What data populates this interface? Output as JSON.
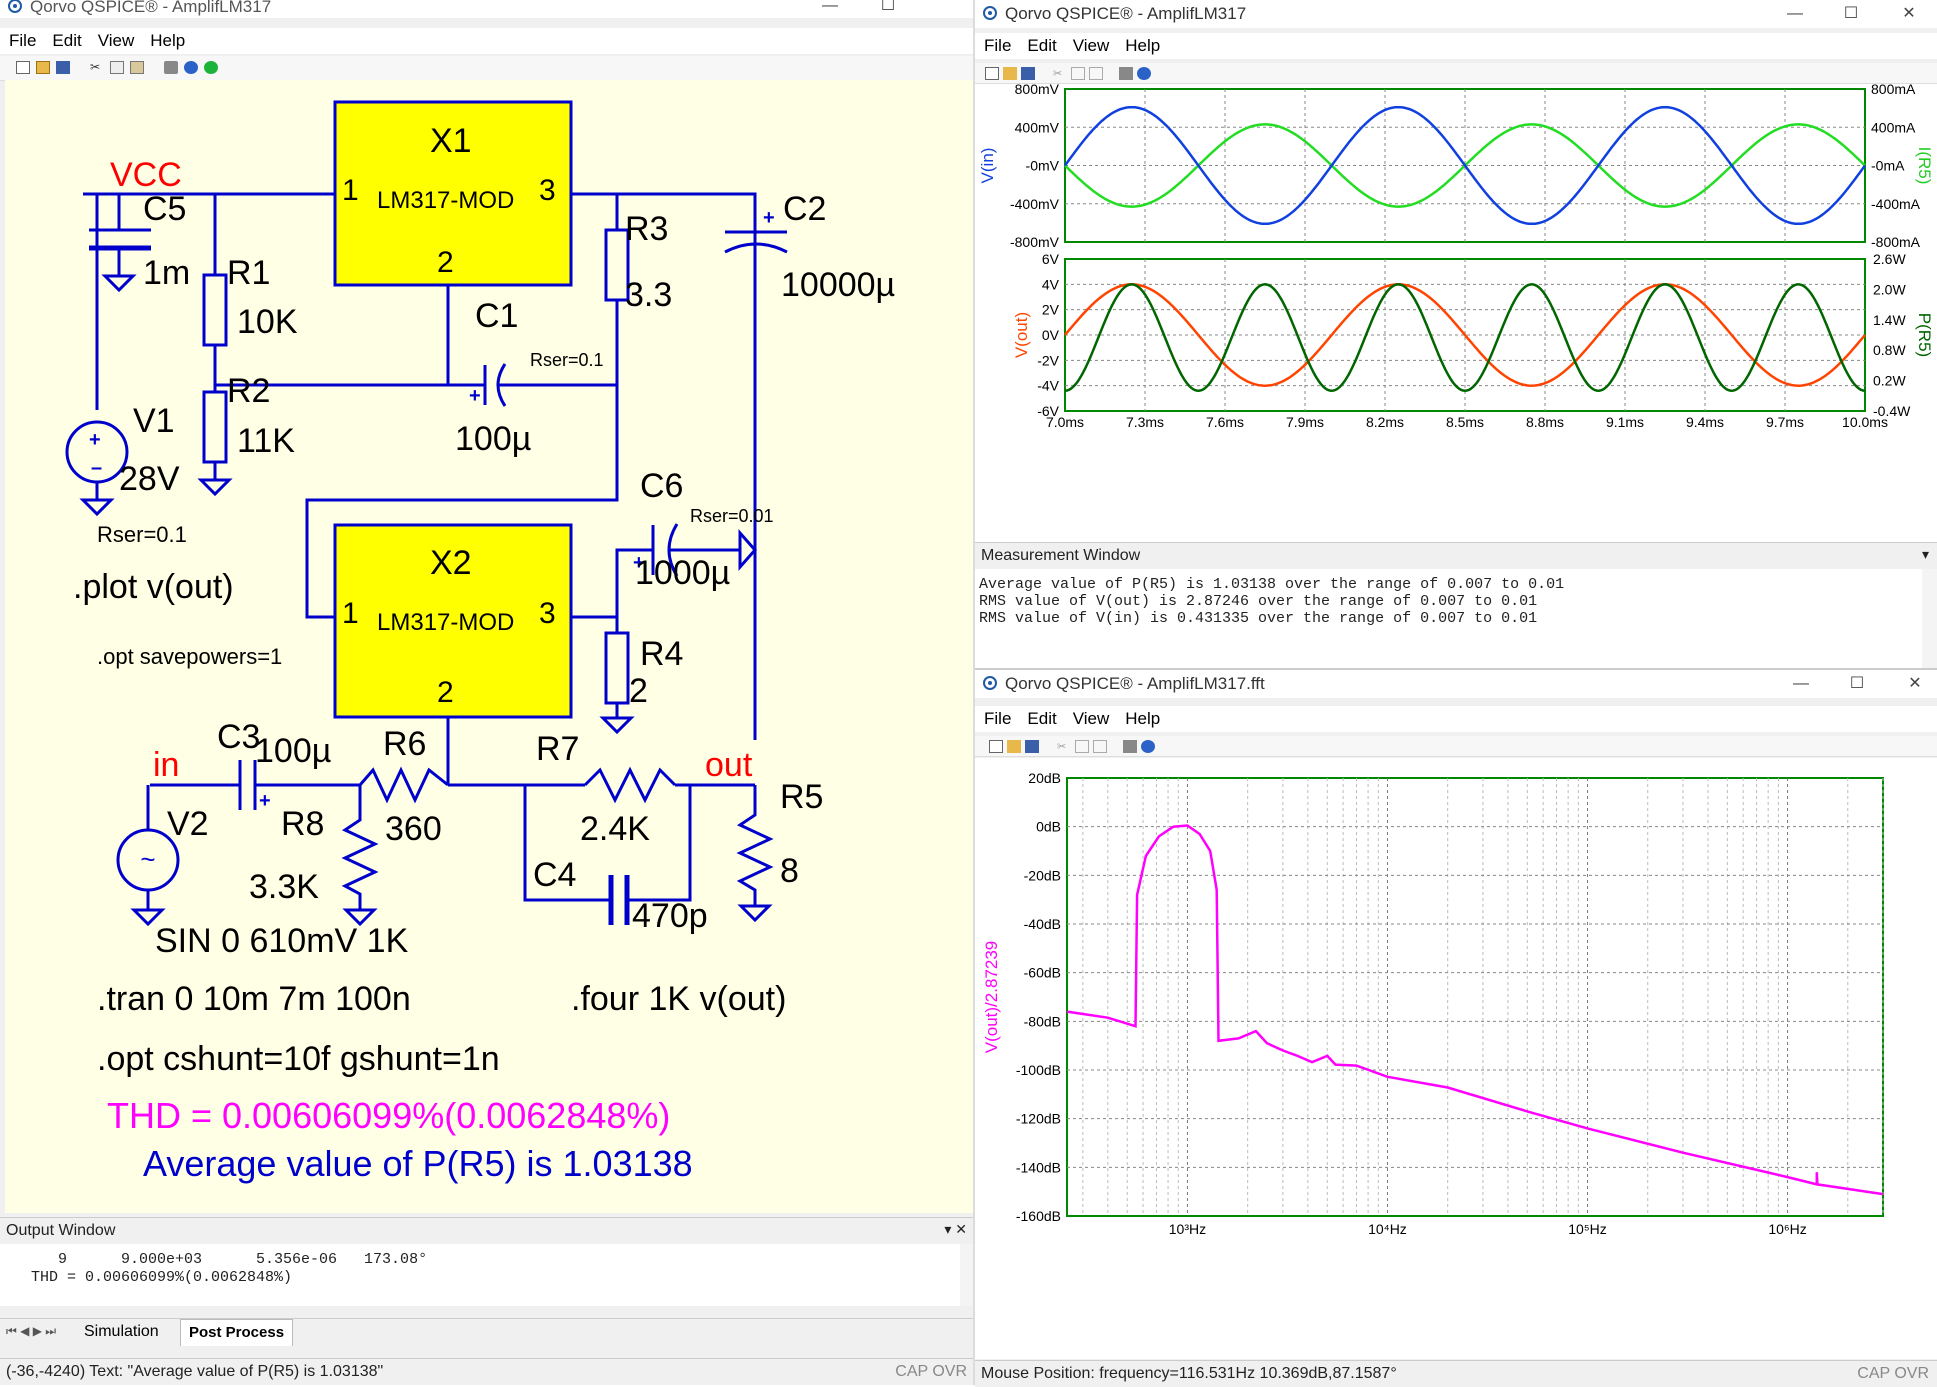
{
  "colors": {
    "accent": "#1f5aa6",
    "schematic_bg": "#ffffe6",
    "wire": "#0000cc",
    "chip": "#ffff00",
    "red": "#ff0000",
    "magenta": "#ff00ff",
    "plot_border": "#008800"
  },
  "icons": [
    "app-icon",
    "new-file-icon",
    "open-folder-icon",
    "save-icon",
    "cut-icon",
    "copy-icon",
    "paste-icon",
    "print-icon",
    "help-icon",
    "run-icon",
    "minimize-icon",
    "maximize-icon",
    "close-icon",
    "dropdown-icon"
  ],
  "schematic_window": {
    "title": "Qorvo QSPICE® - AmplifLM317",
    "menu": [
      "File",
      "Edit",
      "View",
      "Help"
    ],
    "labels": {
      "vcc": "VCC",
      "in": "in",
      "out": "out",
      "x1": "X1",
      "x1_part": "LM317-MOD",
      "x1_p1": "1",
      "x1_p2": "2",
      "x1_p3": "3",
      "x2": "X2",
      "x2_part": "LM317-MOD",
      "x2_p1": "1",
      "x2_p2": "2",
      "x2_p3": "3",
      "c5": "C5",
      "c5_val": "1m",
      "r1": "R1",
      "r1_val": "10K",
      "r2": "R2",
      "r2_val": "11K",
      "c1": "C1",
      "c1_val": "100µ",
      "c1_rser": "Rser=0.1",
      "r3": "R3",
      "r3_val": "3.3",
      "c2": "C2",
      "c2_val": "10000µ",
      "v1": "V1",
      "v1_val": "28V",
      "v1_rser": "Rser=0.1",
      "c6": "C6",
      "c6_val": "1000µ",
      "c6_rser": "Rser=0.01",
      "r4": "R4",
      "r4_val": "2",
      "c3": "C3",
      "c3_val": "100µ",
      "r6": "R6",
      "r6_val": "360",
      "r7": "R7",
      "r7_val": "2.4K",
      "r5": "R5",
      "r5_val": "8",
      "v2": "V2",
      "r8": "R8",
      "r8_val": "3.3K",
      "c4": "C4",
      "c4_val": "470p"
    },
    "directives": {
      "plot": ".plot v(out)",
      "savepowers": ".opt savepowers=1",
      "sin": "SIN 0 610mV 1K",
      "tran": ".tran 0 10m 7m 100n",
      "four": ".four 1K v(out)",
      "opt": ".opt cshunt=10f gshunt=1n",
      "thd": "THD = 0.00606099%(0.0062848%)",
      "avg": "Average value of P(R5) is 1.03138"
    },
    "output_window": {
      "title": "Output Window",
      "lines": [
        "    9      9.000e+03      5.356e-06   173.08°",
        " THD = 0.00606099%(0.0062848%)"
      ]
    },
    "tabs": [
      "Simulation",
      "Post Process"
    ],
    "status": "(-36,-4240) Text: \"Average value of P(R5) is 1.03138\"",
    "status_right": "CAP OVR"
  },
  "waveform_window": {
    "title": "Qorvo QSPICE® - AmplifLM317",
    "menu": [
      "File",
      "Edit",
      "View",
      "Help"
    ],
    "measurement": {
      "title": "Measurement Window",
      "lines": [
        "Average value of P(R5) is 1.03138 over the range of 0.007 to 0.01",
        "RMS value of V(out) is 2.87246 over the range of 0.007 to 0.01",
        "RMS value of V(in) is 0.431335 over the range of 0.007 to 0.01"
      ]
    }
  },
  "fft_window": {
    "title": "Qorvo QSPICE® - AmplifLM317.fft",
    "menu": [
      "File",
      "Edit",
      "View",
      "Help"
    ],
    "status": "Mouse Position: frequency=116.531Hz   10.369dB,87.1587°",
    "status_right": "CAP OVR"
  },
  "chart_data": [
    {
      "type": "line",
      "ylabel": "V(in)",
      "y2label": "I(R5)",
      "x": {
        "min": 7.0,
        "max": 10.0,
        "unit": "ms"
      },
      "yticks": [
        "800mV",
        "400mV",
        "-0mV",
        "-400mV",
        "-800mV"
      ],
      "ylim": [
        -800,
        800
      ],
      "y2ticks": [
        "800mA",
        "400mA",
        "-0mA",
        "-400mA",
        "-800mA"
      ],
      "series": [
        {
          "name": "V(in)",
          "color": "#1040e0",
          "amplitude_mV": 610,
          "freq_kHz": 1,
          "phase": "sin"
        },
        {
          "name": "I(R5)",
          "color": "#22dd22",
          "amplitude_mA": -430,
          "freq_kHz": 1,
          "phase": "-sin"
        }
      ],
      "grid": true
    },
    {
      "type": "line",
      "ylabel": "V(out)",
      "y2label": "P(R5)",
      "xticks": [
        "7.0ms",
        "7.3ms",
        "7.6ms",
        "7.9ms",
        "8.2ms",
        "8.5ms",
        "8.8ms",
        "9.1ms",
        "9.4ms",
        "9.7ms",
        "10.0ms"
      ],
      "yticks": [
        "6V",
        "4V",
        "2V",
        "0V",
        "-2V",
        "-4V",
        "-6V"
      ],
      "ylim": [
        -6,
        6
      ],
      "y2ticks": [
        "2.6W",
        "2.0W",
        "1.4W",
        "0.8W",
        "0.2W",
        "-0.4W"
      ],
      "y2lim": [
        -0.4,
        2.6
      ],
      "series": [
        {
          "name": "V(out)",
          "color": "#ff4400",
          "amplitude_V": 4,
          "freq_kHz": 1
        },
        {
          "name": "P(R5)",
          "color": "#006600",
          "min_W": 0,
          "max_W": 2.1,
          "freq_kHz": 2
        }
      ],
      "grid": true
    },
    {
      "type": "line",
      "ylabel": "V(out)/2.87239",
      "xscale": "log",
      "xticks": [
        "10³Hz",
        "10⁴Hz",
        "10⁵Hz",
        "10⁶Hz"
      ],
      "xlim": [
        250,
        3000000
      ],
      "yticks": [
        "20dB",
        "0dB",
        "-20dB",
        "-40dB",
        "-60dB",
        "-80dB",
        "-100dB",
        "-120dB",
        "-140dB",
        "-160dB"
      ],
      "ylim": [
        -160,
        20
      ],
      "series": [
        {
          "name": "V(out)/2.87239",
          "color": "#ff00ff",
          "points": [
            [
              250,
              -76
            ],
            [
              400,
              -78.5
            ],
            [
              550,
              -82
            ],
            [
              560,
              -28
            ],
            [
              620,
              -12
            ],
            [
              720,
              -4
            ],
            [
              850,
              0
            ],
            [
              1000,
              0.5
            ],
            [
              1150,
              -3
            ],
            [
              1300,
              -10
            ],
            [
              1400,
              -26
            ],
            [
              1430,
              -88
            ],
            [
              1800,
              -87
            ],
            [
              2200,
              -84
            ],
            [
              2500,
              -89
            ],
            [
              3000,
              -92
            ],
            [
              3500,
              -94
            ],
            [
              4200,
              -96
            ],
            [
              5000,
              -95
            ],
            [
              5500,
              -97
            ],
            [
              7000,
              -99
            ],
            [
              10000,
              -102
            ],
            [
              20000,
              -108
            ],
            [
              50000,
              -117
            ],
            [
              100000,
              -124
            ],
            [
              300000,
              -134
            ],
            [
              1000000,
              -144
            ],
            [
              1400000,
              -147
            ],
            [
              1400000,
              -142
            ],
            [
              1410000,
              -147
            ],
            [
              3000000,
              -151
            ]
          ]
        }
      ],
      "grid": true
    }
  ]
}
